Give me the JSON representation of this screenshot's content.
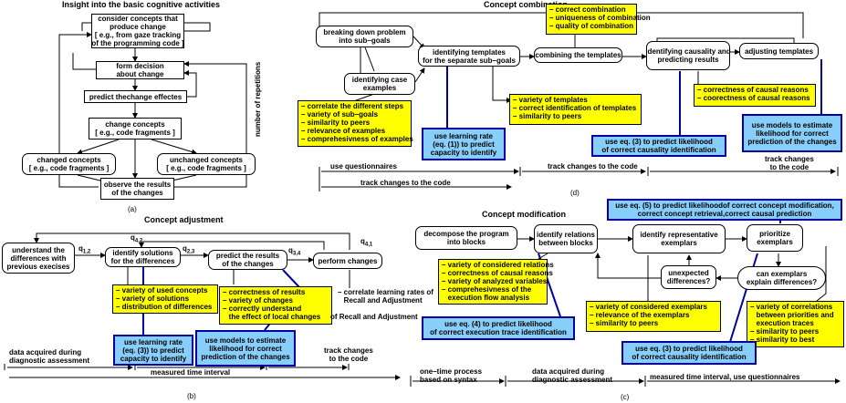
{
  "panel_a": {
    "title": "Insight into the basic cognitive activities",
    "consider": "consider concepts that\nproduce change\n[ e.g., from gaze tracking\nof the programming code ]",
    "form_decision": "form decision\nabout change",
    "predict": "predict thechange effectes",
    "change_concepts": "change concepts\n[ e.g., code fragments ]",
    "changed": "changed concepts\n[ e.g., code fragments ]",
    "unchanged": "unchanged concepts\n[ e.g., code fragments ]",
    "observe": "observe the results\nof the changes",
    "repetitions": "number of repetitions",
    "caption": "(a)"
  },
  "panel_b": {
    "title": "Concept adjustment",
    "understand": "understand the\ndifferences with\nprevious execises",
    "identify_solutions": "identify solutions\nfor the differences",
    "predict_results": "predict the results\nof the changes",
    "perform": "perform changes",
    "q12": "q",
    "q12_sub": "1,2",
    "q42": "q",
    "q42_sub": "4,2",
    "q23": "q",
    "q23_sub": "2,3",
    "q34": "q",
    "q34_sub": "3,4",
    "q41": "q",
    "q41_sub": "4,1",
    "yellow1": "– variety of used concepts\n– variety of solutions\n– distribution of differences",
    "yellow2": "– correctness of results\n– variety of changes\n– correctly understand\n   the effect of local changes",
    "correlate": "– correlate learning rates of\n   Recall and Adjustment",
    "recall": "of Recall and Adjustment",
    "blue1": "use learning rate\n(eq. (3)) to predict\ncapacity to identify",
    "blue2": "use models to estimate\nlikelihood for correct\nprediction of the changes",
    "tl_1": "data acquired during\ndiagnostic assessment",
    "tl_2": "measured time interval",
    "tl_3": "track changes\nto the code",
    "caption": "(b)"
  },
  "panel_c": {
    "title": "Concept modification",
    "decompose": "decompose the program\ninto blocks",
    "identify_relations": "identify relations\nbetween blocks",
    "identify_exemplars": "identify representative\nexemplars",
    "prioritize": "prioritize\nexemplars",
    "unexpected": "unexpected\ndifferences?",
    "can_exemplars": "can exemplars\nexplain differences?",
    "blue_top": "use eq. (5) to predict likelihoodof correct concept modification,\ncorrect concept retrieval,correct causal prediction",
    "yellow1": "– variety of considered relations\n– correctness of causal reasons\n– variety of analyzed variables\n– comprehesivness of the\n   execution flow analysis",
    "yellow2": "– variety of considered exemplars\n– relevance of the exemplars\n– similarity to peers",
    "yellow3": "– variety of correlations\n   between priorities and\n   execution traces\n– similarity to peers\n– similarity to best",
    "blue1": "use eq. (4) to predict likelihood\nof correct execution trace identification",
    "blue2": "use eq. (3) to predict likelihood\nof correct causality identification",
    "tl_1": "one–time process\nbased on syntax",
    "tl_2": "data acquired during\ndiagnostic assessment",
    "tl_3": "measured time interval, use questionnaires",
    "caption": "(c)"
  },
  "panel_d": {
    "title": "Concept combination",
    "breaking": "breaking down problem\ninto sub–goals",
    "identifying_case": "identifying case\nexamples",
    "identifying_templates": "identifying templates\nfor the separate sub–goals",
    "combining": "combining the templates",
    "causality": "identifying causality and\npredicting results",
    "adjusting": "adjusting templates",
    "yellow_top": "– correct combination\n– uniqueness of combination\n– quality of combination",
    "yellow1": "– correlate the different steps\n– variety of sub–goals\n– similarity to peers\n– relevance of examples\n– comprehesivness of examples",
    "yellow2": "– variety of templates\n– correct identification of templates\n– similarity to peers",
    "yellow3": "– correctness of causal reasons\n– coorectness of causal reasons",
    "blue1": "use learning rate\n(eq. (1)) to predict\ncapacity to identify",
    "blue2": "use eq. (3) to predict likelihood\nof correct causality identification",
    "blue3": "use models to estimate\nlikelihood for correct\nprediction of the changes",
    "tl_1": "use questionnaires",
    "tl_2": "track changes to the code",
    "tl_3": "track changes\nto the code",
    "tl_4": "track changes to the code",
    "caption": "(d)"
  }
}
